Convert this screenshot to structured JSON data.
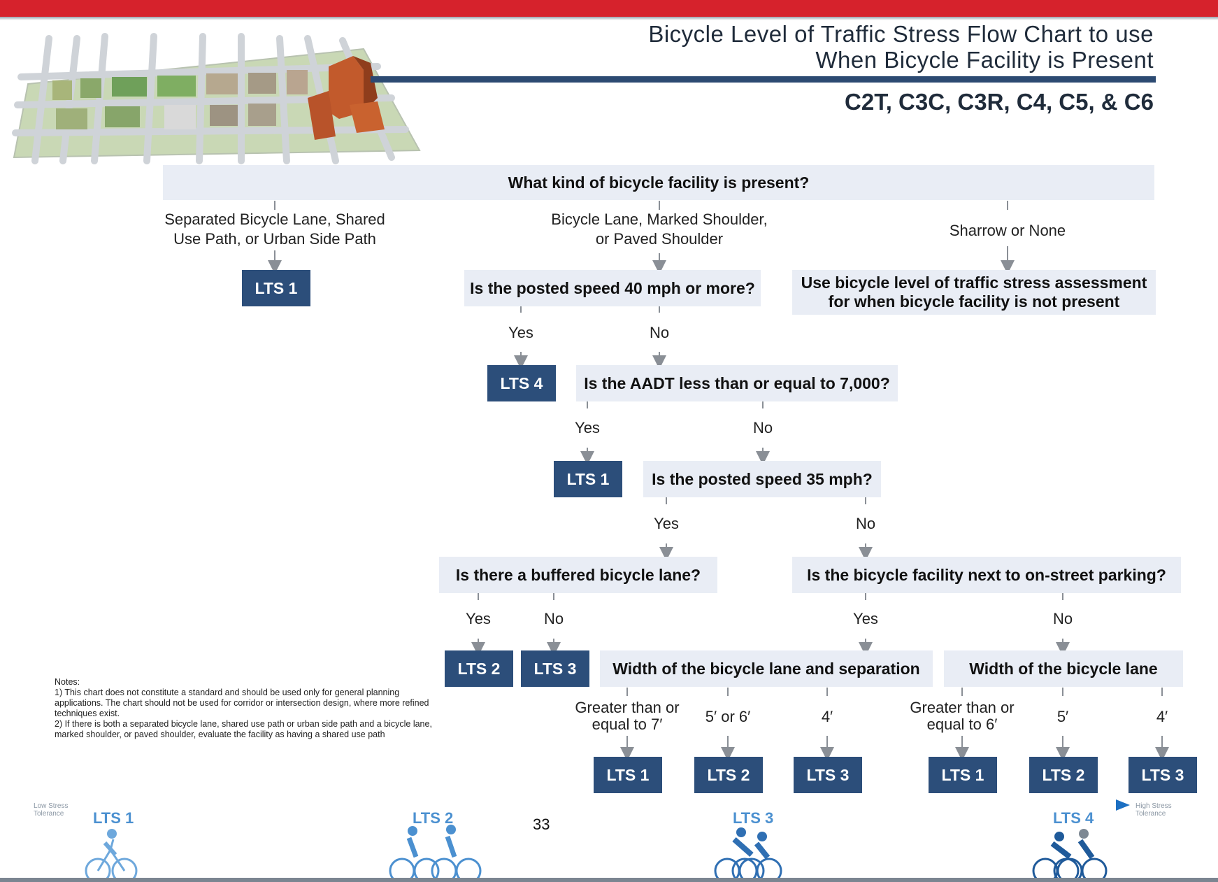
{
  "header": {
    "title_line1": "Bicycle Level of Traffic Stress Flow Chart to use",
    "title_line2": "When Bicycle Facility is Present",
    "context_codes": "C2T, C3C, C3R, C4, C5, & C6"
  },
  "flowchart": {
    "q_facility": "What kind of bicycle facility is present?",
    "branch_separated": [
      "Separated Bicycle Lane, Shared",
      "Use Path, or Urban Side Path"
    ],
    "branch_bike_lane": [
      "Bicycle Lane, Marked Shoulder,",
      "or Paved Shoulder"
    ],
    "branch_sharrow": "Sharrow or None",
    "lts_separated": "LTS 1",
    "q_speed40": "Is the posted speed 40 mph or more?",
    "use_assessment": [
      "Use bicycle level of traffic stress assessment",
      "for when bicycle facility is not present"
    ],
    "speed40_yes": "Yes",
    "speed40_no": "No",
    "lts_speed40": "LTS 4",
    "q_aadt": "Is the AADT less than or equal to 7,000?",
    "aadt_yes": "Yes",
    "aadt_no": "No",
    "lts_aadt": "LTS 1",
    "q_speed35": "Is the posted speed 35 mph?",
    "speed35_yes": "Yes",
    "speed35_no": "No",
    "q_buffered": "Is there a buffered bicycle lane?",
    "buffered_yes": "Yes",
    "buffered_no": "No",
    "lts_buffered_yes": "LTS 2",
    "lts_buffered_no": "LTS 3",
    "q_parking": "Is the bicycle facility next to on-street parking?",
    "parking_yes": "Yes",
    "parking_no": "No",
    "q_width_sep": "Width of the bicycle lane and separation",
    "q_width": "Width of the bicycle lane",
    "width_sep_opt1": [
      "Greater than or",
      "equal to 7′"
    ],
    "width_sep_opt2": "5′ or 6′",
    "width_sep_opt3": "4′",
    "width_opt1": [
      "Greater than or",
      "equal to 6′"
    ],
    "width_opt2": "5′",
    "width_opt3": "4′",
    "lts_w1": "LTS 1",
    "lts_w2": "LTS 2",
    "lts_w3": "LTS 3",
    "lts_w4": "LTS 1",
    "lts_w5": "LTS 2",
    "lts_w6": "LTS 3"
  },
  "notes": {
    "heading": "Notes:",
    "items": [
      "1) This chart does not constitute a standard and should be used only for general planning applications. The chart should not be used for corridor or intersection design, where more refined techniques exist.",
      "2) If there is both a separated bicycle lane, shared use path or urban side path and a bicycle lane, marked shoulder, or paved shoulder, evaluate the facility as having a shared use path"
    ]
  },
  "stress_scale": {
    "low_label": [
      "Low Stress",
      "Tolerance"
    ],
    "high_label": [
      "High Stress",
      "Tolerance"
    ],
    "levels": [
      "LTS 1",
      "LTS 2",
      "LTS 3",
      "LTS 4"
    ]
  },
  "page_number": "33",
  "colors": {
    "accent_red": "#d6222c",
    "lts_box": "#2c4e7a",
    "question_bg": "#e9edf5",
    "scale_blue": "#4b90d0"
  }
}
